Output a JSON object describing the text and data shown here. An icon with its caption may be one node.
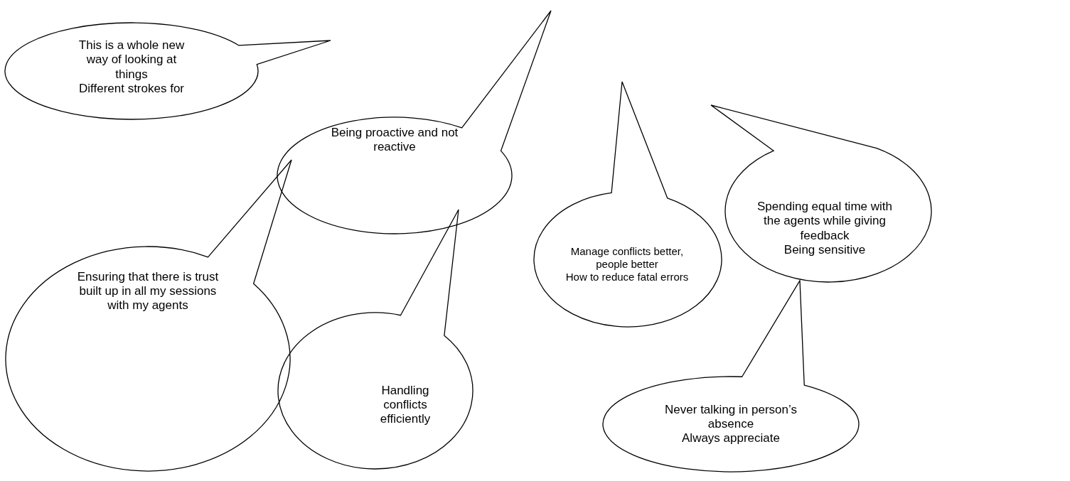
{
  "diagram": {
    "nodes": [
      {
        "text": [
          "This is a whole new way of looking at things",
          "Different strokes for"
        ]
      },
      {
        "text": [
          "Being proactive and not reactive"
        ]
      },
      {
        "text": [
          "Ensuring that there is trust built up in all my sessions with my agents"
        ]
      },
      {
        "text": [
          "Handling conflicts efficiently"
        ]
      },
      {
        "text": [
          "Manage conflicts better, people better",
          "How to reduce fatal errors"
        ]
      },
      {
        "text": [
          "Spending equal time with the agents while giving feedback",
          "Being sensitive"
        ]
      },
      {
        "text": [
          "Never talking in person’s absence",
          "Always appreciate"
        ]
      }
    ]
  }
}
